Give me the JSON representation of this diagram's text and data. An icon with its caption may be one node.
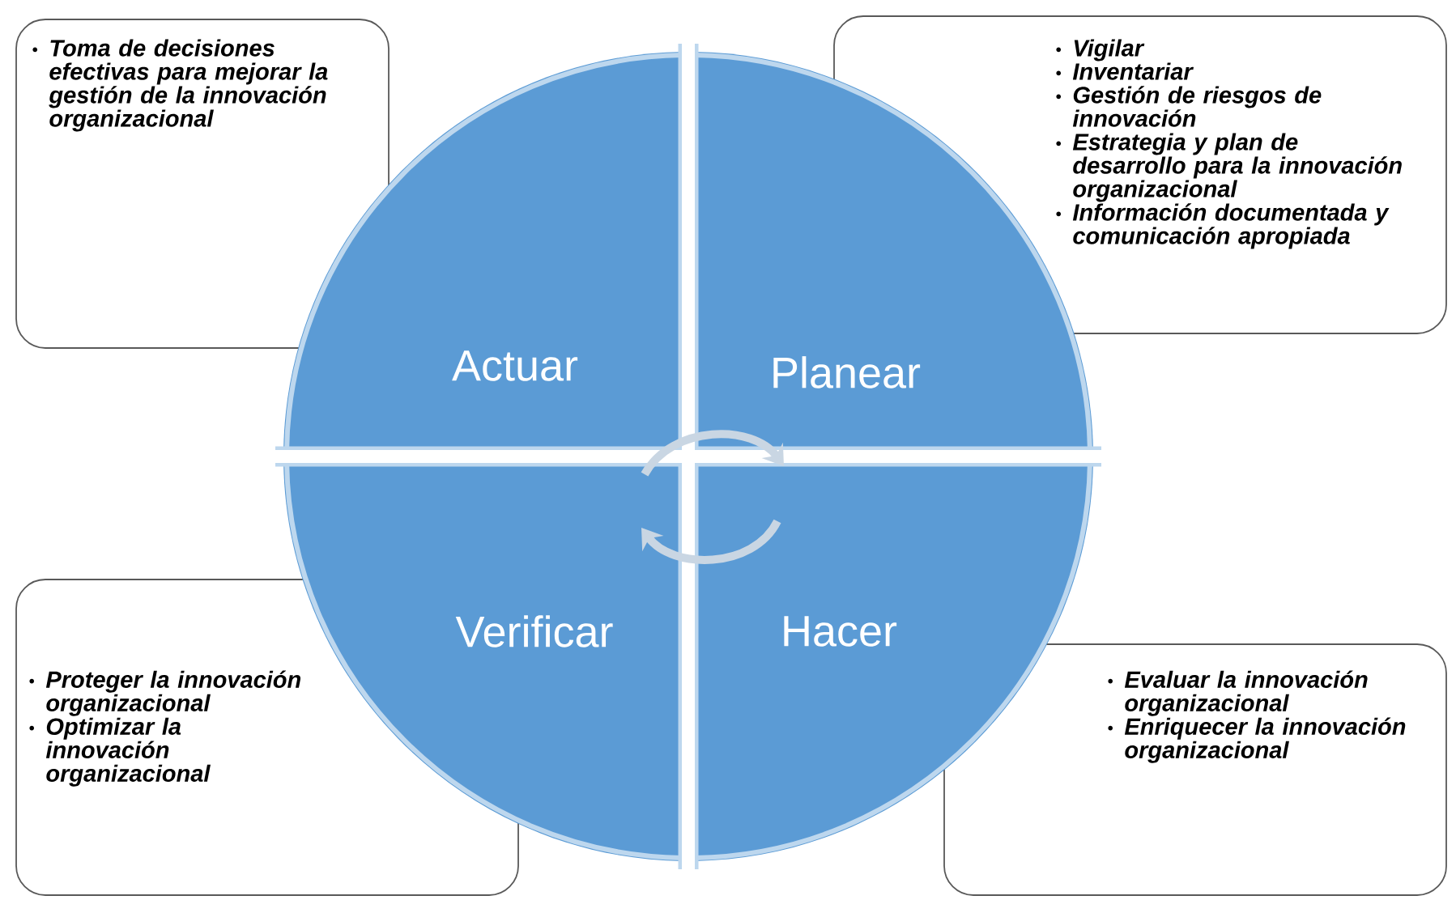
{
  "diagram": {
    "nodes": [
      {
        "text": [
          "Toma de decisiones efectivas para mejorar la gestión de la innovación organizacional"
        ]
      },
      {
        "text": [
          "Vigilar",
          "Inventariar",
          "Gestión de riesgos de innovación",
          "Estrategia y plan de desarrollo para la innovación organizacional",
          "Información documentada y comunicación apropiada"
        ]
      },
      {
        "text": [
          "Actuar"
        ]
      },
      {
        "text": [
          "Planear"
        ]
      },
      {
        "text": [
          "Verificar"
        ]
      },
      {
        "text": [
          "Hacer"
        ]
      },
      {
        "text": [
          "Proteger la innovación organizacional",
          "Optimizar la innovación organizacional"
        ]
      },
      {
        "text": [
          "Evaluar la innovación organizacional",
          "Enriquecer la innovación organizacional"
        ]
      }
    ]
  }
}
